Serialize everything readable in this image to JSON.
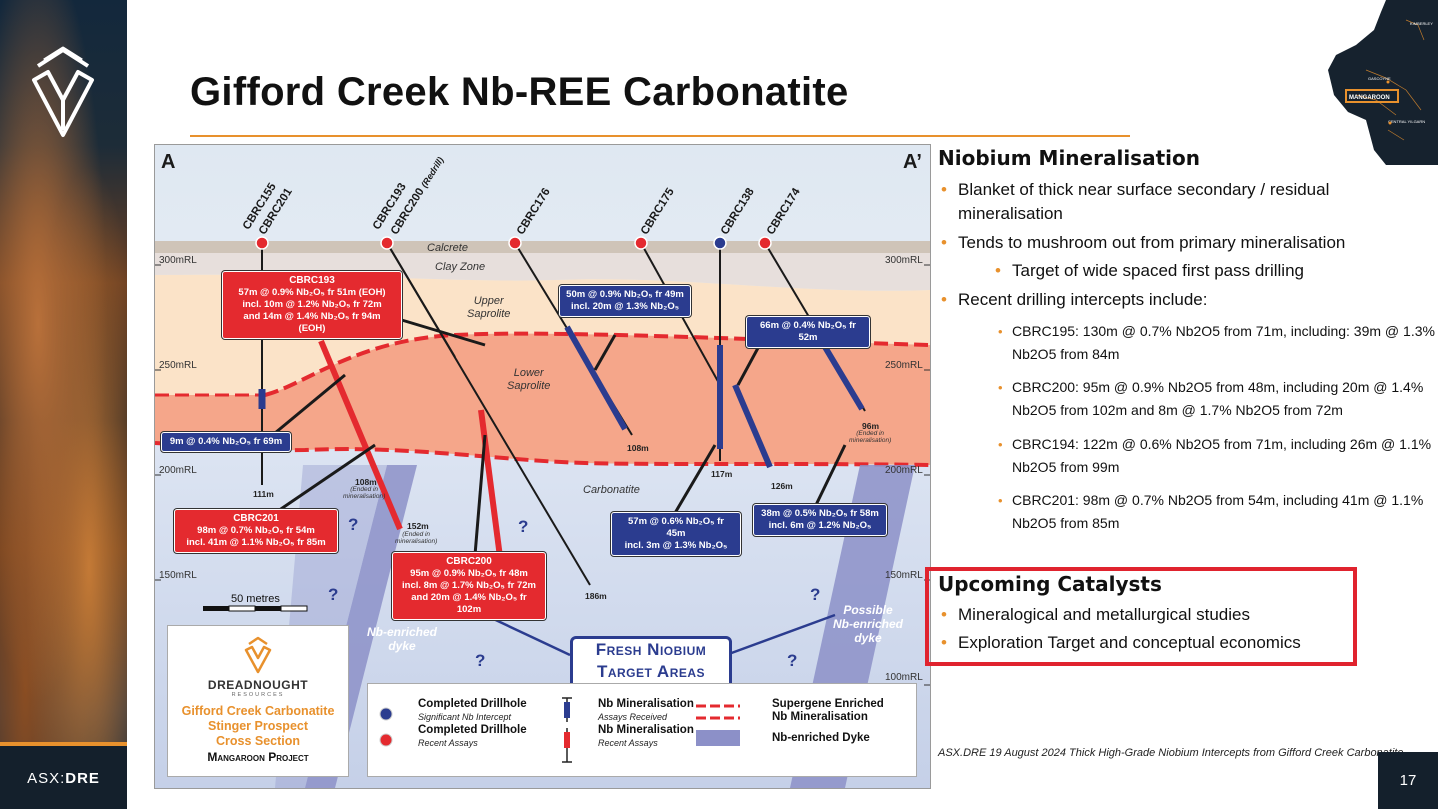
{
  "title": "Gifford Creek Nb-REE Carbonatite",
  "sidebar": {
    "ticker_prefix": "ASX:",
    "ticker_code": "DRE"
  },
  "page_number": "17",
  "map": {
    "labels": [
      "KIMBERLEY",
      "GASCOYNE",
      "MANGAROON",
      "CENTRAL YILGARN"
    ]
  },
  "figure": {
    "section_start": "A",
    "section_end": "A’",
    "rl_labels": [
      "300mRL",
      "250mRL",
      "200mRL",
      "150mRL",
      "100mRL"
    ],
    "zones": {
      "calcrete": "Calcrete",
      "clay": "Clay Zone",
      "upper_saprolite": "Upper\nSaprolite",
      "lower_saprolite": "Lower\nSaprolite",
      "carbonatite": "Carbonatite"
    },
    "holes": [
      {
        "id": "CBRC155"
      },
      {
        "id": "CBRC201"
      },
      {
        "id": "CBRC193"
      },
      {
        "id": "CBRC200",
        "note": "(Redrill)"
      },
      {
        "id": "CBRC176"
      },
      {
        "id": "CBRC175"
      },
      {
        "id": "CBRC138"
      },
      {
        "id": "CBRC174"
      }
    ],
    "depths": {
      "d111": "111m",
      "d108": "108m",
      "d152": "152m",
      "d186": "186m",
      "d108b": "108m",
      "d117": "117m",
      "d126": "126m",
      "d96": "96m"
    },
    "ended_note": "(Ended in\nmineralisation)",
    "callouts": {
      "cbrc193": {
        "head": "CBRC193",
        "l1": "57m @ 0.9% Nb₂O₅ fr 51m (EOH)",
        "l2": "incl. 10m @ 1.2% Nb₂O₅ fr 72m",
        "l3": "and 14m @ 1.4% Nb₂O₅ fr 94m (EOH)"
      },
      "cbrc201": {
        "head": "CBRC201",
        "l1": "98m @ 0.7% Nb₂O₅ fr 54m",
        "l2": "incl. 41m @ 1.1% Nb₂O₅ fr 85m"
      },
      "cbrc200": {
        "head": "CBRC200",
        "l1": "95m @ 0.9% Nb₂O₅ fr 48m",
        "l2": "incl. 8m @ 1.7% Nb₂O₅ fr 72m",
        "l3": "and 20m @ 1.4% Nb₂O₅ fr 102m"
      },
      "b9": "9m @ 0.4% Nb₂O₅ fr 69m",
      "b50_l1": "50m @ 0.9% Nb₂O₅ fr 49m",
      "b50_l2": "incl. 20m @ 1.3% Nb₂O₅",
      "b66": "66m @ 0.4% Nb₂O₅ fr 52m",
      "b57_l1": "57m @ 0.6% Nb₂O₅ fr 45m",
      "b57_l2": "incl. 3m @ 1.3% Nb₂O₅",
      "b38_l1": "38m @ 0.5% Nb₂O₅ fr 58m",
      "b38_l2": "incl. 6m @ 1.2% Nb₂O₅"
    },
    "question_mark": "?",
    "dyke_left": "Nb-enriched\ndyke",
    "dyke_right": "Possible\nNb-enriched\ndyke",
    "fresh_l1": "Fresh Niobium",
    "fresh_l2": "Target Areas",
    "scale": "50 metres",
    "project": {
      "brand": "DREADNOUGHT",
      "brand_sub": "RESOURCES",
      "l1": "Gifford Creek Carbonatite",
      "l2": "Stinger Prospect",
      "l3": "Cross Section",
      "project_name": "Mangaroon Project"
    },
    "legend": {
      "blue_title": "Completed Drillhole",
      "blue_sub": "Significant Nb Intercept",
      "red_title": "Completed Drillhole",
      "red_sub": "Recent Assays",
      "nb_blue_title": "Nb Mineralisation",
      "nb_blue_sub": "Assays Received",
      "nb_red_title": "Nb Mineralisation",
      "nb_red_sub": "Recent Assays",
      "supergene": "Supergene Enriched\nNb Mineralisation",
      "dyke": "Nb-enriched Dyke"
    },
    "colors": {
      "red": "#e42a2f",
      "blue": "#2b3c8f",
      "orange": "#e8912d"
    }
  },
  "niobium": {
    "heading": "Niobium Mineralisation",
    "b1": "Blanket of thick near surface secondary / residual mineralisation",
    "b2": "Tends to mushroom out from primary mineralisation",
    "b2a": "Target of wide spaced first pass drilling",
    "b3": "Recent drilling intercepts include:",
    "intercepts": [
      "CBRC195: 130m @ 0.7% Nb2O5 from 71m, including: 39m @ 1.3% Nb2O5 from 84m",
      "CBRC200: 95m @ 0.9% Nb2O5 from 48m, including 20m @ 1.4% Nb2O5 from 102m and 8m @ 1.7% Nb2O5 from 72m",
      "CBRC194: 122m @ 0.6% Nb2O5 from 71m, including 26m @ 1.1% Nb2O5 from 99m",
      "CBRC201: 98m @ 0.7% Nb2O5 from 54m, including 41m @ 1.1% Nb2O5 from 85m"
    ]
  },
  "catalysts": {
    "heading": "Upcoming Catalysts",
    "b1": "Mineralogical and metallurgical studies",
    "b2": "Exploration Target and conceptual economics"
  },
  "reference": "ASX.DRE 19 August 2024 Thick High-Grade Niobium Intercepts from Gifford Creek Carbonatite"
}
